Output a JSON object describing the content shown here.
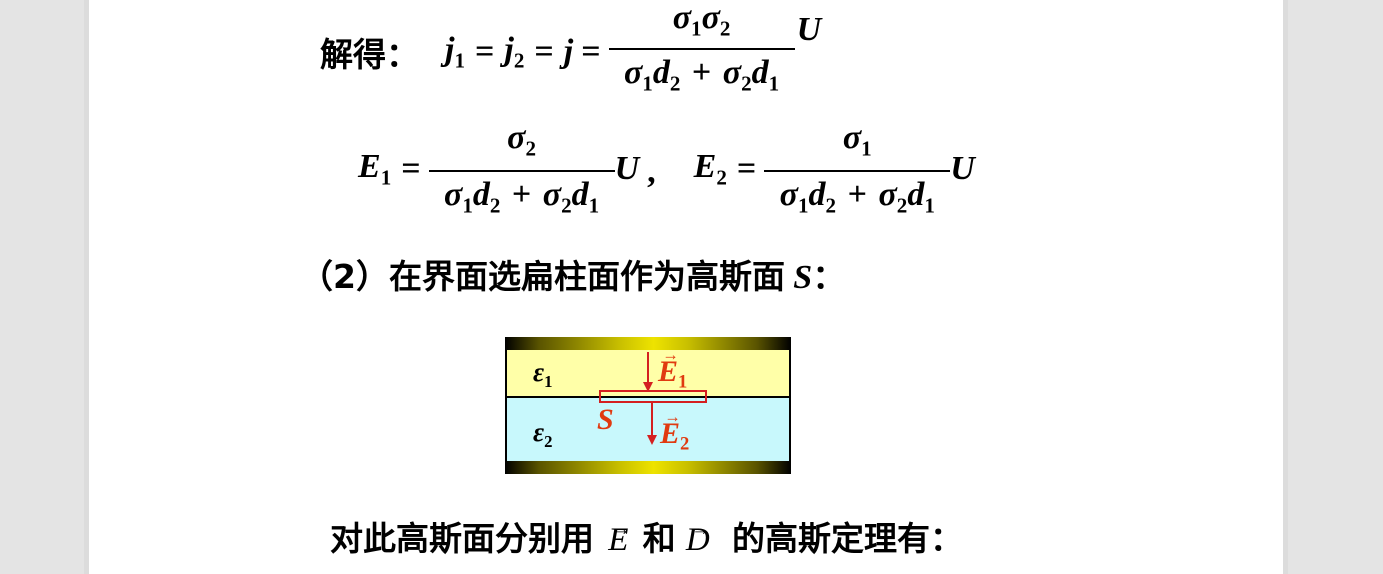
{
  "eq1": {
    "label": "解得：",
    "lhs": [
      {
        "sym": "j",
        "sub": "1"
      },
      {
        "sym": "j",
        "sub": "2"
      },
      {
        "sym": "j",
        "sub": ""
      }
    ],
    "eq_sign": "=",
    "numerator": [
      {
        "sym": "σ",
        "sub": "1"
      },
      {
        "sym": "σ",
        "sub": "2"
      }
    ],
    "denominator": {
      "t1": "σ",
      "t1sub": "1",
      "t2": "d",
      "t2sub": "2",
      "plus": "+",
      "t3": "σ",
      "t3sub": "2",
      "t4": "d",
      "t4sub": "1"
    },
    "factor": "U"
  },
  "eq2": {
    "left": {
      "sym": "E",
      "sub": "1",
      "num_sym": "σ",
      "num_sub": "2",
      "factor": "U",
      "sep": ","
    },
    "right": {
      "sym": "E",
      "sub": "2",
      "num_sym": "σ",
      "num_sub": "1",
      "factor": "U"
    },
    "denominator": {
      "t1": "σ",
      "t1sub": "1",
      "t2": "d",
      "t2sub": "2",
      "plus": "+",
      "t3": "σ",
      "t3sub": "2",
      "t4": "d",
      "t4sub": "1"
    },
    "eq_sign": "="
  },
  "step2": {
    "prefix": "（2）",
    "text": "在界面选扁柱面作为高斯面",
    "sym": "S",
    "suffix": "："
  },
  "diagram": {
    "eps1": {
      "sym": "ε",
      "sub": "1"
    },
    "eps2": {
      "sym": "ε",
      "sub": "2"
    },
    "surface_label": "S",
    "field1": {
      "sym": "E",
      "sub": "1"
    },
    "field2": {
      "sym": "E",
      "sub": "2"
    },
    "colors": {
      "dielectric1": "#ffffa8",
      "dielectric2": "#c8f8fc",
      "field": "#e03a10",
      "surface": "#d42020",
      "plate": "#eee300"
    }
  },
  "conclusion": {
    "part1": "对此高斯面分别用",
    "vecE": "E",
    "and": "和",
    "vecD": "D",
    "part2": "的高斯定理有："
  }
}
